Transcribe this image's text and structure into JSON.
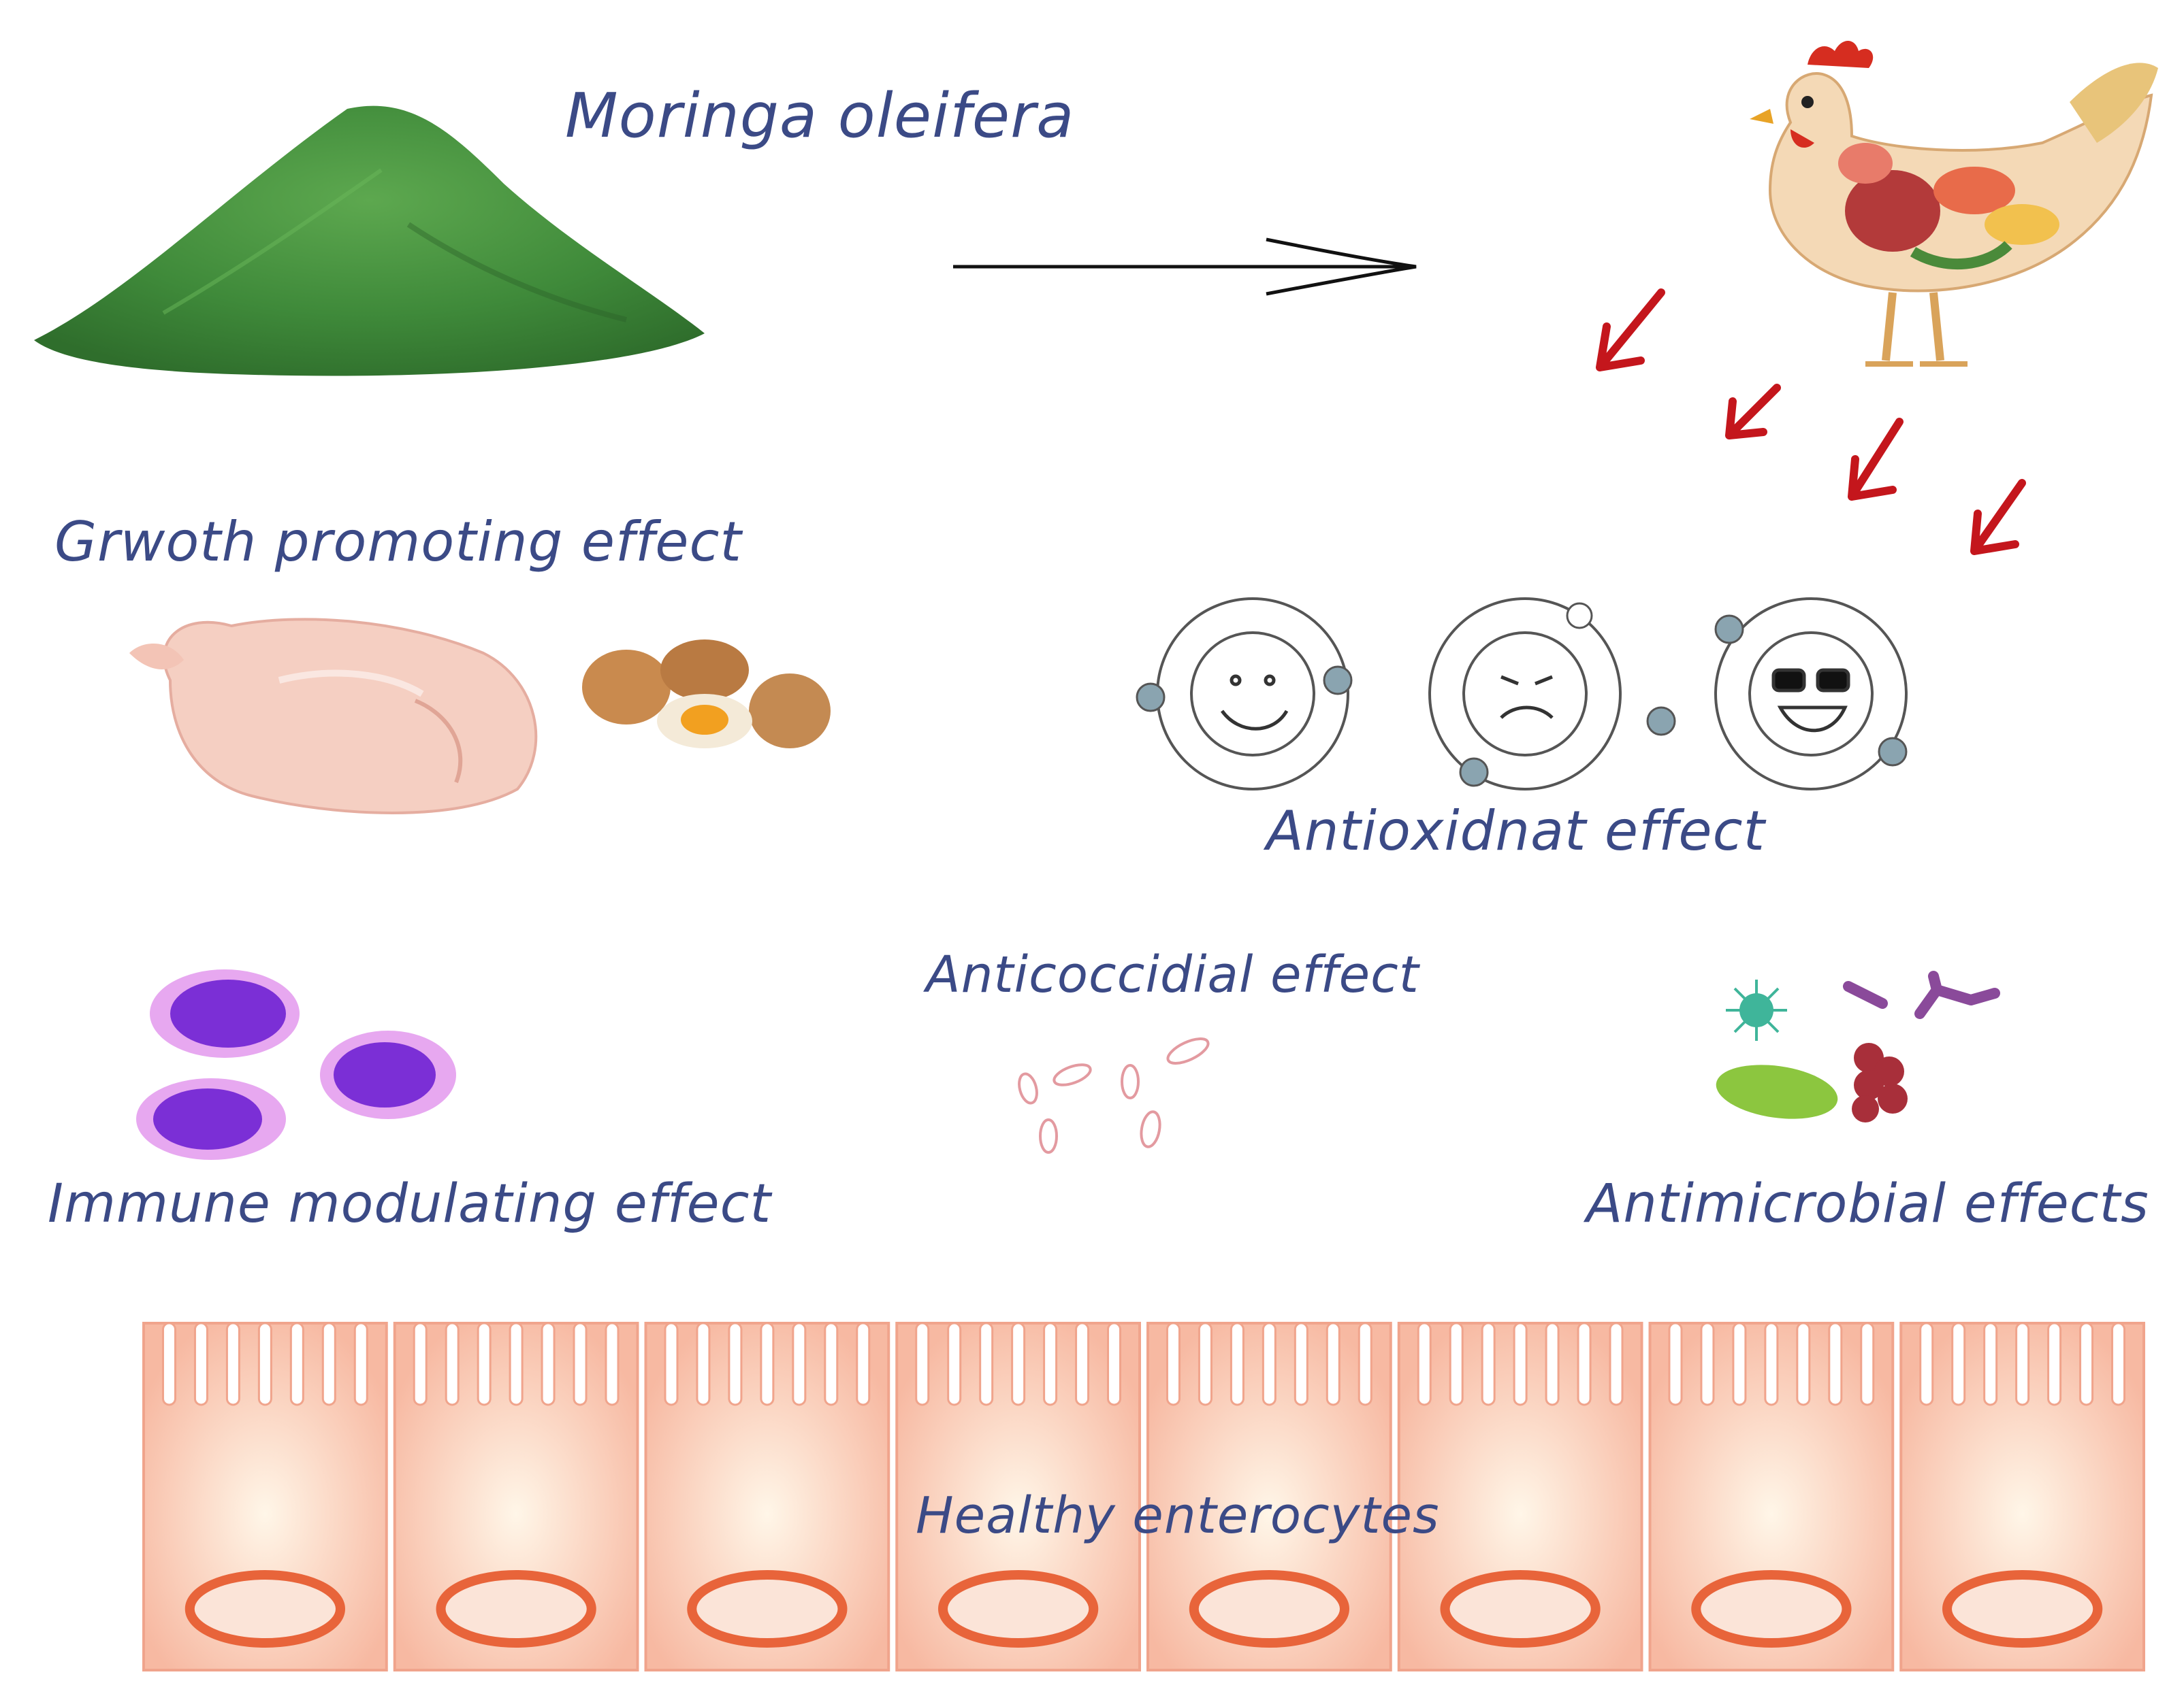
{
  "labels": {
    "moringa": "Moringa oleifera",
    "growth": "Grwoth promoting effect",
    "antioxidant": "Antioxidnat effect",
    "anticoccidial": "Anticoccidial effect",
    "immune": "Immune modulating effect",
    "antimicrobial": "Antimicrobial effects",
    "enterocytes": "Healthy enterocytes"
  },
  "colors": {
    "label_text": "#3b4a86",
    "moringa_powder": "#3f8a3a",
    "red_arrow": "#c4161c",
    "immune_cell": "#7b2fd6",
    "cell_fill": "#f7b9a2",
    "nucleus": "#e8643a"
  },
  "icons": [
    "moringa-powder-pile",
    "hen-anatomy",
    "raw-chicken",
    "eggs",
    "free-radical-molecules",
    "immune-cells",
    "coccidia-oocysts",
    "microbes",
    "enterocyte-cells"
  ]
}
